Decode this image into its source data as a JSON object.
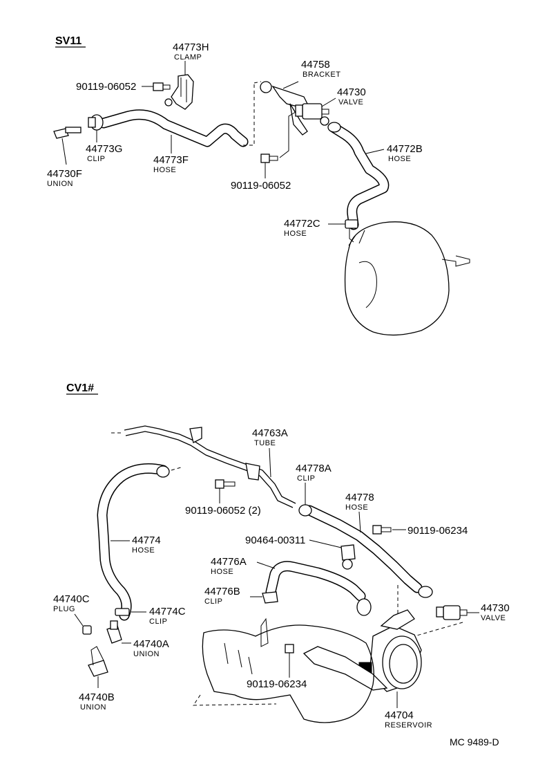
{
  "sections": {
    "sv11": "SV11",
    "cv1": "CV1#"
  },
  "labels": {
    "sv11_44773H": {
      "num": "44773H",
      "desc": "CLAMP"
    },
    "sv11_90119_a": {
      "num": "90119-06052",
      "desc": ""
    },
    "sv11_44758": {
      "num": "44758",
      "desc": "BRACKET"
    },
    "sv11_44730": {
      "num": "44730",
      "desc": "VALVE"
    },
    "sv11_44773G": {
      "num": "44773G",
      "desc": "CLIP"
    },
    "sv11_44773F": {
      "num": "44773F",
      "desc": "HOSE"
    },
    "sv11_44730F": {
      "num": "44730F",
      "desc": "UNION"
    },
    "sv11_44772B": {
      "num": "44772B",
      "desc": "HOSE"
    },
    "sv11_90119_b": {
      "num": "90119-06052",
      "desc": ""
    },
    "sv11_44772C": {
      "num": "44772C",
      "desc": "HOSE"
    },
    "cv_44763A": {
      "num": "44763A",
      "desc": "TUBE"
    },
    "cv_44778A": {
      "num": "44778A",
      "desc": "CLIP"
    },
    "cv_44778": {
      "num": "44778",
      "desc": "HOSE"
    },
    "cv_90119_2": {
      "num": "90119-06052 (2)",
      "desc": ""
    },
    "cv_44774": {
      "num": "44774",
      "desc": "HOSE"
    },
    "cv_90119_06234_a": {
      "num": "90119-06234",
      "desc": ""
    },
    "cv_90464": {
      "num": "90464-00311",
      "desc": ""
    },
    "cv_44776A": {
      "num": "44776A",
      "desc": "HOSE"
    },
    "cv_44776B": {
      "num": "44776B",
      "desc": "CLIP"
    },
    "cv_44740C": {
      "num": "44740C",
      "desc": "PLUG"
    },
    "cv_44774C": {
      "num": "44774C",
      "desc": "CLIP"
    },
    "cv_44730": {
      "num": "44730",
      "desc": "VALVE"
    },
    "cv_44740A": {
      "num": "44740A",
      "desc": "UNION"
    },
    "cv_90119_06234_b": {
      "num": "90119-06234",
      "desc": ""
    },
    "cv_44740B": {
      "num": "44740B",
      "desc": "UNION"
    },
    "cv_44704": {
      "num": "44704",
      "desc": "RESERVOIR"
    }
  },
  "footer": {
    "code": "MC  9489-D"
  }
}
